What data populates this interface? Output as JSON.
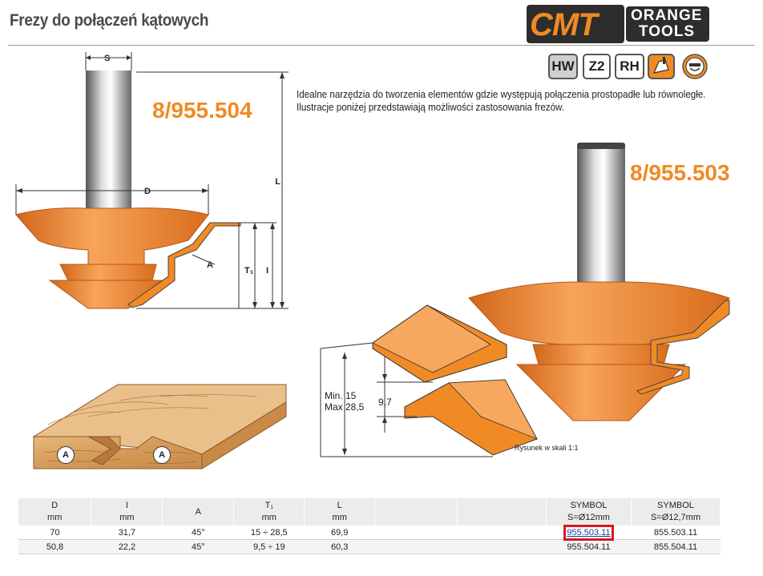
{
  "title": "Frezy do połączeń kątowych",
  "logo": {
    "brand": "CMT",
    "line1": "ORANGE",
    "line2": "TOOLS"
  },
  "badges": [
    "HW",
    "Z2",
    "RH"
  ],
  "description": "Idealne narzędzia do tworzenia elementów gdzie występują połączenia prostopadłe lub równoległe. Ilustracje poniżej przedstawiają możliwości zastosowania frezów.",
  "codes": {
    "left": "8/955.504",
    "right": "8/955.503"
  },
  "dimension_labels": {
    "s": "S",
    "d": "D",
    "l": "L",
    "a": "A",
    "t1": "T₁",
    "i": "I"
  },
  "joint": {
    "min": "Min. 15",
    "max": "Max 28,5",
    "depth": "9,7",
    "scale_note": "Rysunek w skali 1:1"
  },
  "board_label": "A",
  "colors": {
    "orange": "#f08a24",
    "dark": "#2d2d2d",
    "wood": "#d9a86a",
    "highlight": "#d7191c"
  },
  "table": {
    "headers": [
      {
        "top": "D",
        "bottom": "mm"
      },
      {
        "top": "I",
        "bottom": "mm"
      },
      {
        "top": "A",
        "bottom": ""
      },
      {
        "top": "T₁",
        "bottom": "mm"
      },
      {
        "top": "L",
        "bottom": "mm"
      },
      {
        "top": "",
        "bottom": ""
      },
      {
        "top": "",
        "bottom": ""
      },
      {
        "top": "SYMBOL",
        "bottom": "S=Ø12mm"
      },
      {
        "top": "SYMBOL",
        "bottom": "S=Ø12,7mm"
      }
    ],
    "rows": [
      [
        "70",
        "31,7",
        "45°",
        "15 ÷ 28,5",
        "69,9",
        "",
        "",
        "955.503.11",
        "855.503.11"
      ],
      [
        "50,8",
        "22,2",
        "45°",
        "9,5 ÷ 19",
        "60,3",
        "",
        "",
        "955.504.11",
        "855.504.11"
      ]
    ]
  }
}
